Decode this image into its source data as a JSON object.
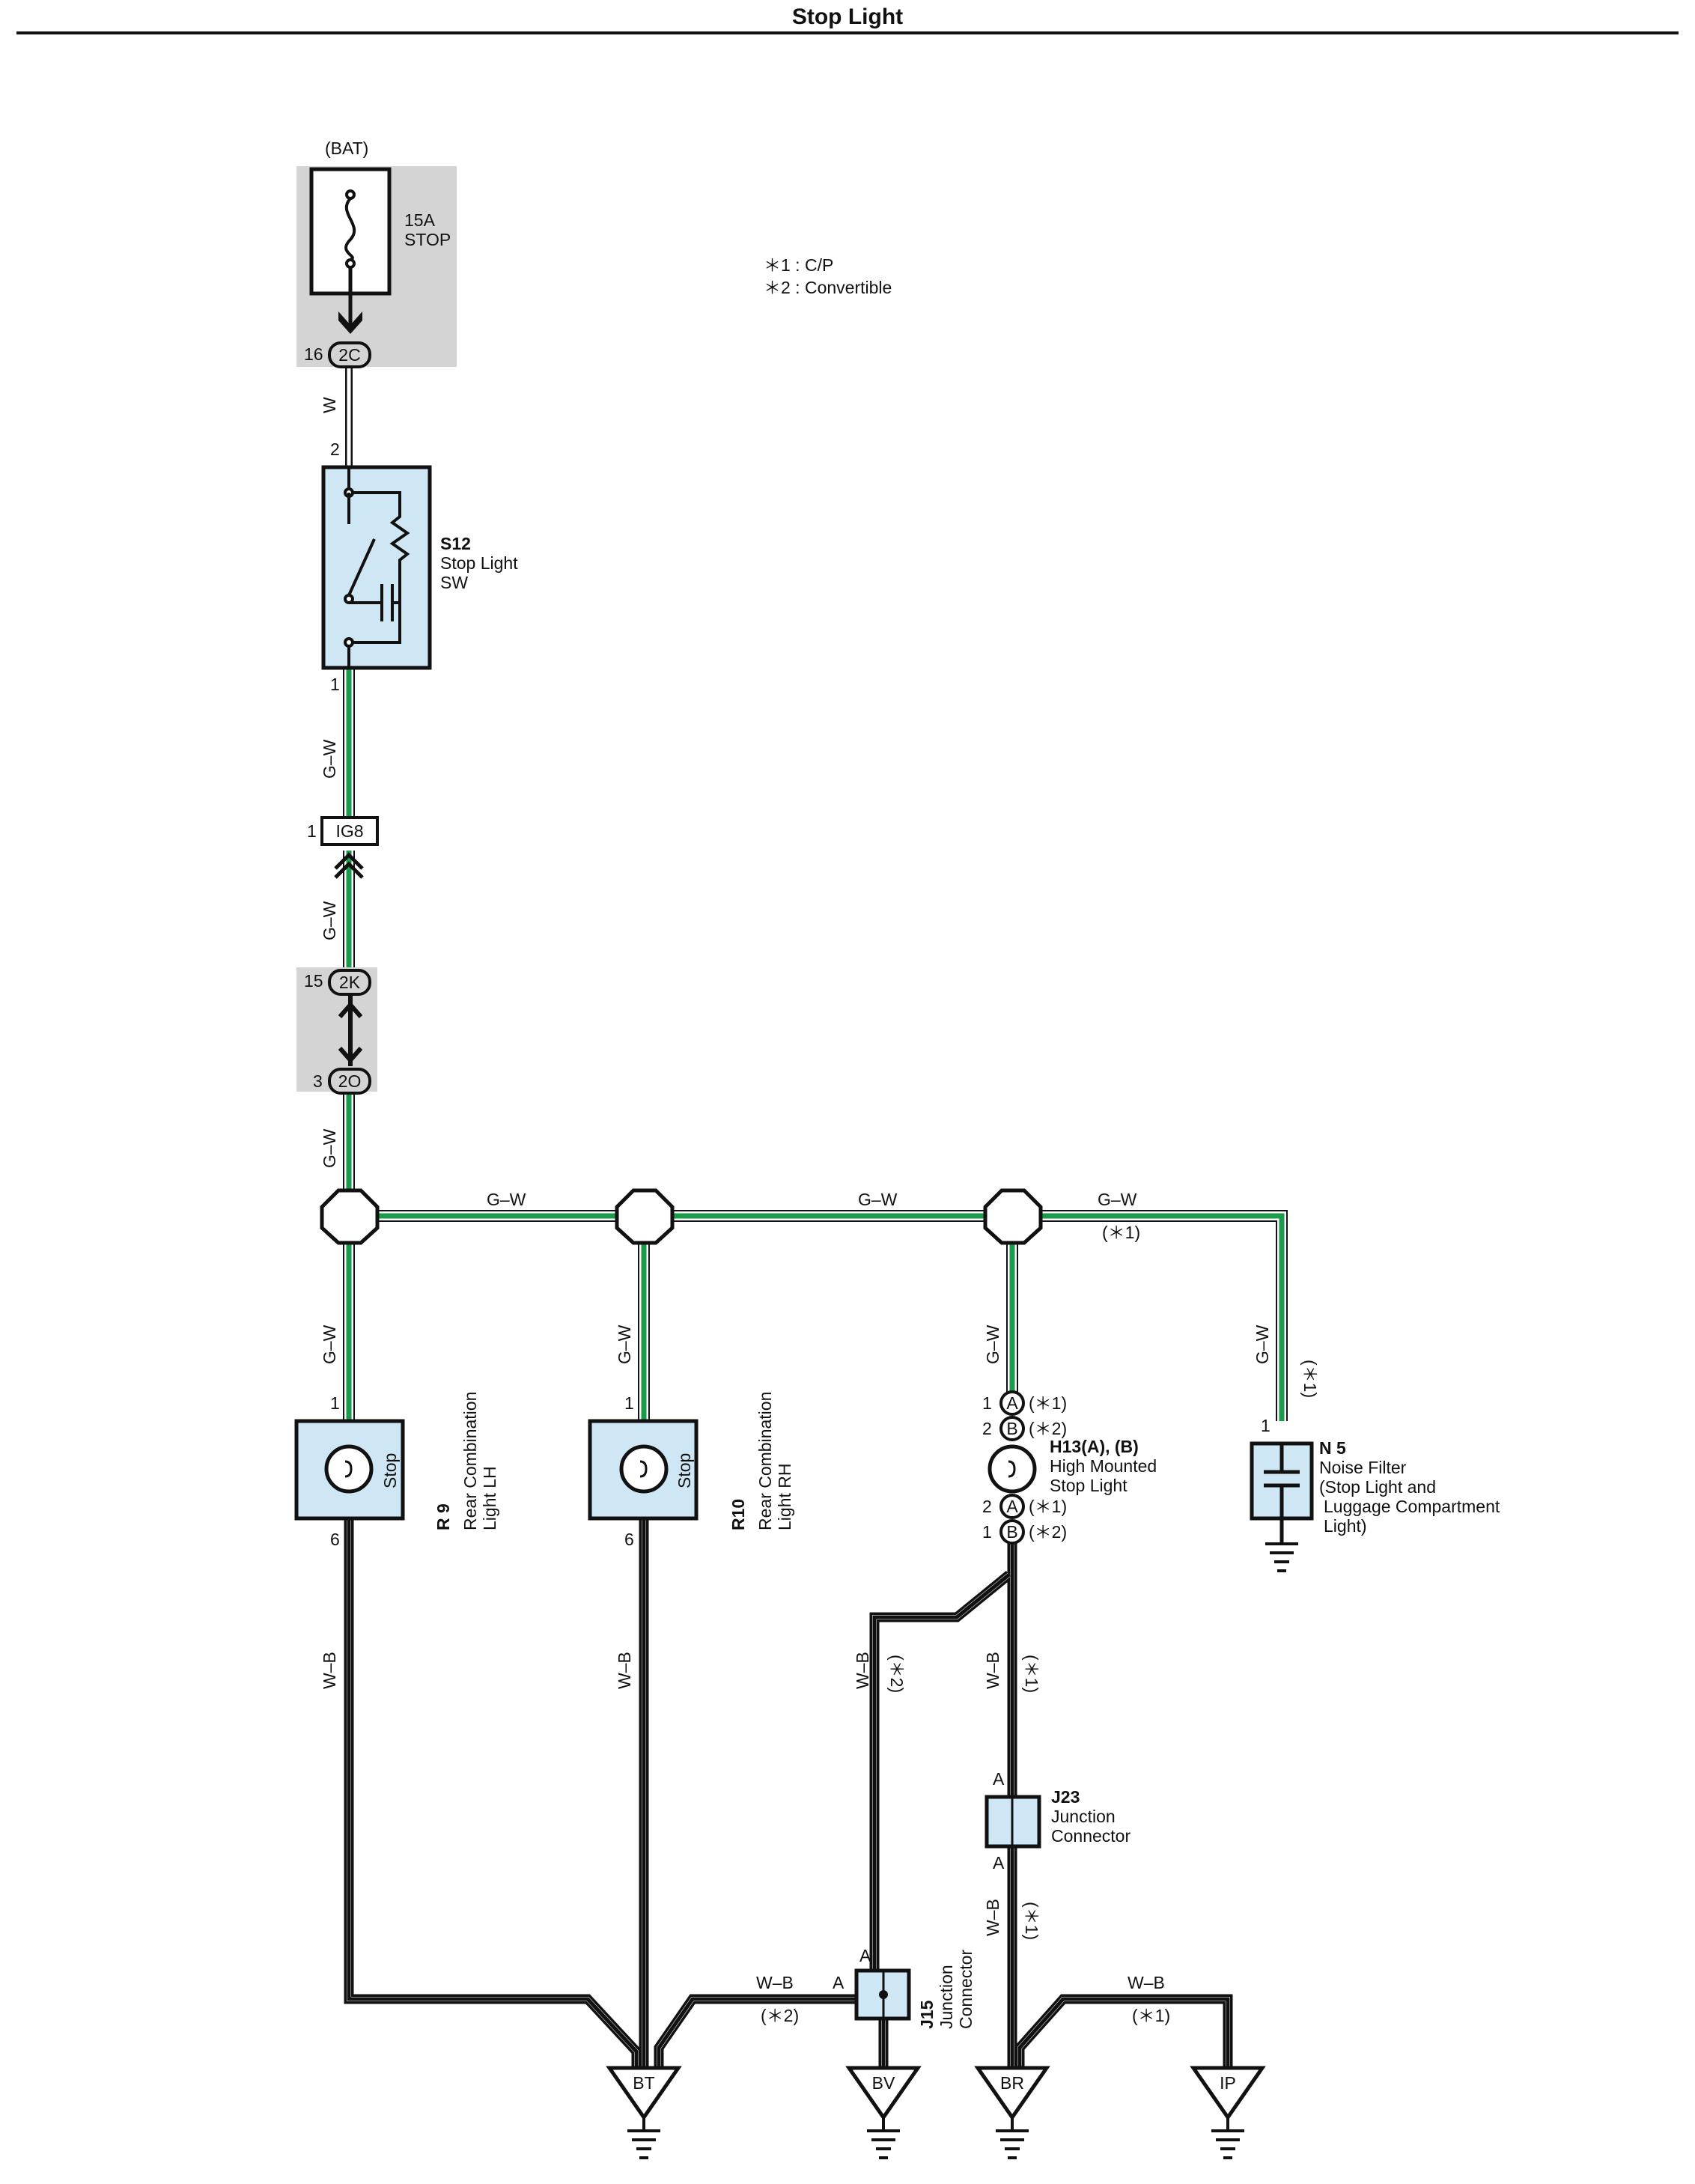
{
  "title": "Stop Light",
  "legend": [
    "＊1 : C/P",
    "＊2 : Convertible"
  ],
  "colors": {
    "wire_green": "#1a9a4a",
    "component_fill": "#cfe7f5",
    "junction_block": "#d4d4d4",
    "wire_outline": "#111111"
  },
  "fuse": {
    "source": "(BAT)",
    "rating": "15A",
    "name": "STOP",
    "pin": "16",
    "connector": "2C"
  },
  "switch": {
    "pin_top": "2",
    "pin_bottom": "1",
    "id": "S12",
    "name_line1": "Stop Light",
    "name_line2": "SW"
  },
  "ig8": {
    "pin": "1",
    "label": "IG8"
  },
  "junction_2k_2o": {
    "pin_top": "15",
    "label_top": "2K",
    "pin_bottom": "3",
    "label_bottom": "2O"
  },
  "wires": {
    "w": "W",
    "gw1": "G–W",
    "gw2": "G–W",
    "gw3": "G–W",
    "h_gw1": "G–W",
    "h_gw2": "G–W",
    "h_gw3": "G–W",
    "h_gw3_note": "(＊1)",
    "gw_r9": "G–W",
    "gw_r10": "G–W",
    "gw_h13": "G–W",
    "gw_n5": "G–W",
    "gw_n5_note": "(＊1)",
    "wb_r9": "W–B",
    "wb_r10": "W–B",
    "wb_j15": "W–B",
    "wb_j15_note": "(＊2)",
    "wb_j23": "W–B",
    "wb_j23_note": "(＊1)",
    "wb_j23b": "W–B",
    "wb_j23b_note": "(＊1)",
    "wb_bt_j15": "W–B",
    "wb_bt_j15_note": "(＊2)",
    "wb_ip": "W–B",
    "wb_ip_note": "(＊1)"
  },
  "r9": {
    "pin_top": "1",
    "pin_bottom": "6",
    "lamp": "Stop",
    "id": "R 9",
    "line1": "Rear Combination",
    "line2": "Light LH"
  },
  "r10": {
    "pin_top": "1",
    "pin_bottom": "6",
    "lamp": "Stop",
    "id": "R10",
    "line1": "Rear Combination",
    "line2": "Light RH"
  },
  "h13": {
    "pins": [
      {
        "num": "1",
        "conn": "A",
        "note": "(＊1)"
      },
      {
        "num": "2",
        "conn": "B",
        "note": "(＊2)"
      },
      {
        "num": "2",
        "conn": "A",
        "note": "(＊1)"
      },
      {
        "num": "1",
        "conn": "B",
        "note": "(＊2)"
      }
    ],
    "id": "H13(A), (B)",
    "line1": "High Mounted",
    "line2": "Stop Light"
  },
  "n5": {
    "pin": "1",
    "id": "N 5",
    "line1": "Noise Filter",
    "line2": "(Stop Light and",
    "line3": "Luggage Compartment",
    "line4": "Light)"
  },
  "j23": {
    "pin_top": "A",
    "pin_bottom": "A",
    "id": "J23",
    "line1": "Junction",
    "line2": "Connector"
  },
  "j15": {
    "pin_top": "A",
    "pin_left": "A",
    "id": "J15",
    "line1": "Junction",
    "line2": "Connector"
  },
  "grounds": [
    "BT",
    "BV",
    "BR",
    "IP"
  ]
}
